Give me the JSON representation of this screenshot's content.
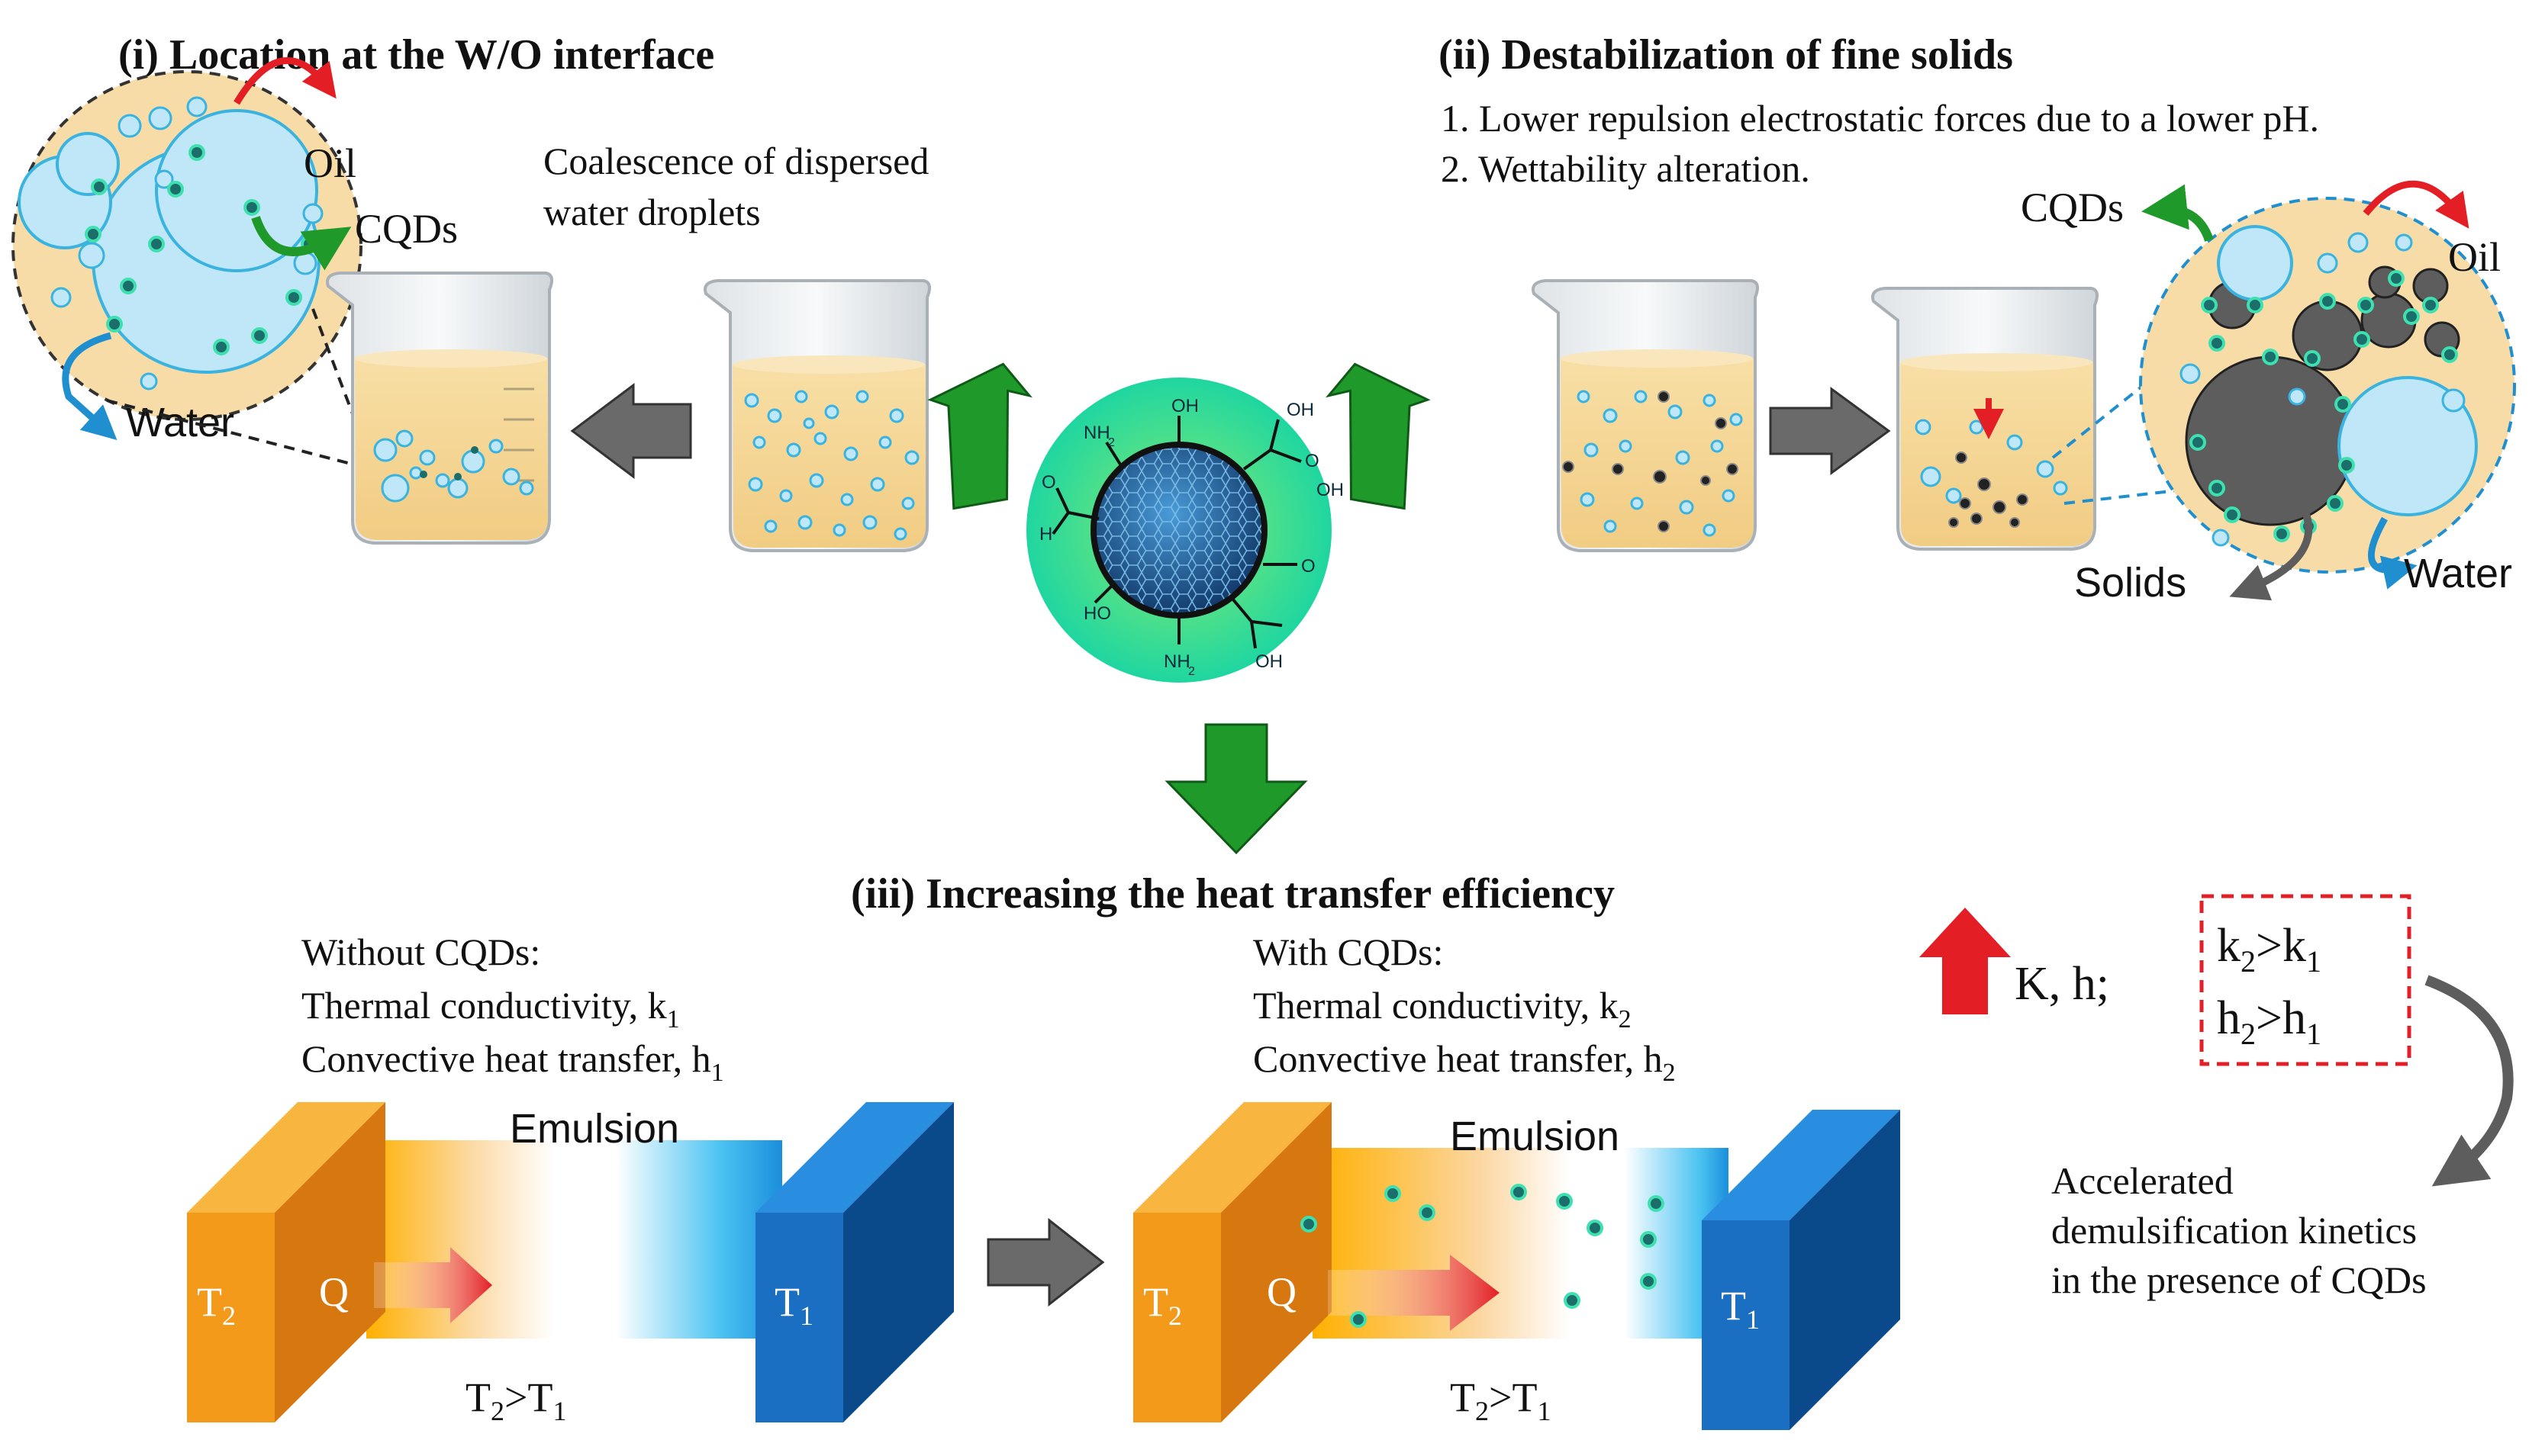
{
  "section_i": {
    "title": "(i) Location at the W/O interface",
    "caption_line1": "Coalescence of dispersed",
    "caption_line2": "water droplets",
    "oil": "Oil",
    "cqds": "CQDs",
    "water": "Water"
  },
  "section_ii": {
    "title": "(ii) Destabilization of fine solids",
    "point1": "1. Lower repulsion electrostatic forces due to a lower pH.",
    "point2": "2. Wettability alteration.",
    "cqds": "CQDs",
    "oil": "Oil",
    "solids": "Solids",
    "water": "Water"
  },
  "center_particle": {
    "groups": [
      "OH",
      "NH",
      "2",
      "O",
      "H",
      "OH",
      "O",
      "OH",
      "NH",
      "2",
      "HO",
      "O",
      "OH"
    ]
  },
  "section_iii": {
    "title": "(iii) Increasing the heat transfer efficiency",
    "without": {
      "heading": "Without CQDs:",
      "line1": "Thermal conductivity, k",
      "line1_sub": "1",
      "line2": "Convective heat transfer, h",
      "line2_sub": "1"
    },
    "with": {
      "heading": "With CQDs:",
      "line1": "Thermal conductivity, k",
      "line1_sub": "2",
      "line2": "Convective heat transfer, h",
      "line2_sub": "2"
    },
    "emulsion": "Emulsion",
    "hot": "T",
    "hot_sub": "2",
    "cold": "T",
    "cold_sub": "1",
    "heat": "Q",
    "relation_t": "T",
    "relation_sub1": "2",
    "relation_gt": ">T",
    "relation_sub2": "1"
  },
  "summary": {
    "increase": "K, h;",
    "k": "k",
    "k_sub_a": "2",
    "k_gt": ">k",
    "k_sub_b": "1",
    "h": "h",
    "h_sub_a": "2",
    "h_gt": ">h",
    "h_sub_b": "1",
    "result_line1": "Accelerated",
    "result_line2": "demulsification kinetics",
    "result_line3": "in the presence of CQDs"
  },
  "colors": {
    "green_arrow": "#1f9a2a",
    "grey_arrow": "#6a6a6a",
    "oil_fill": "#f7dca8",
    "water_fill": "#bfe7f7",
    "solid_fill": "#5d5d5d",
    "hot": "#f39a1b",
    "cold": "#1a6fc2",
    "red": "#e31e24"
  }
}
